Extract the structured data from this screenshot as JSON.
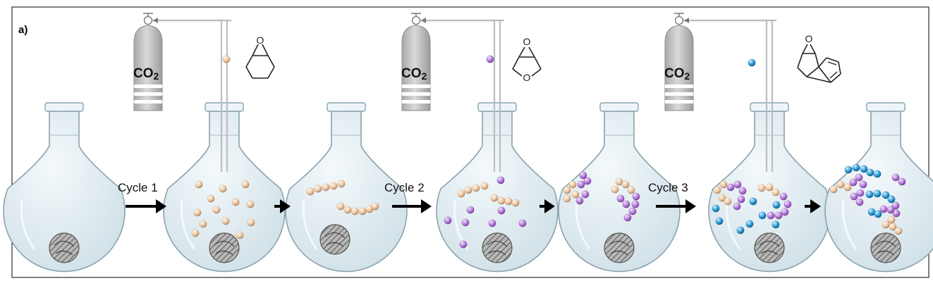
{
  "panel_label": "a)",
  "co2_label": {
    "main": "CO",
    "sub": "2"
  },
  "cycles": [
    "Cycle 1",
    "Cycle 2",
    "Cycle 3"
  ],
  "colors": {
    "flask_fill": "#e3eef2",
    "flask_stroke": "#8aa3ad",
    "cylinder": "#c9c9c9",
    "cylinder_band": "#ffffff",
    "pipe": "#bdbdbd",
    "monomer_1": "#f2d2b4",
    "monomer_2": "#c08bde",
    "monomer_3": "#3aa7dc",
    "catalyst": "#9a9a9a",
    "arrow": "#000000"
  },
  "monomers": [
    {
      "name": "cyclohexene-oxide",
      "color_key": "monomer_1"
    },
    {
      "name": "3,4-epoxytetrahydrofuran",
      "color_key": "monomer_2"
    },
    {
      "name": "indene-oxide",
      "color_key": "monomer_3"
    }
  ]
}
